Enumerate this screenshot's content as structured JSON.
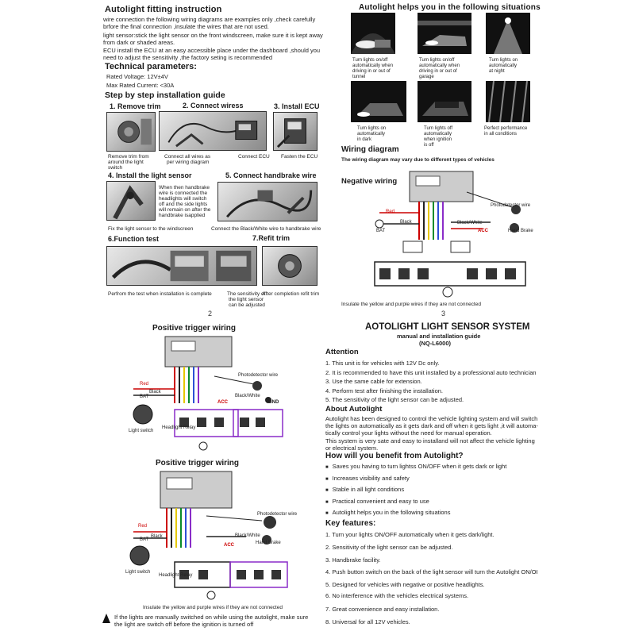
{
  "left_top": {
    "title": "Autolight fitting instruction",
    "intro_lines": [
      "wire connection the following wiring diagrams are examples only ,check carefully",
      "brfore the final connection ,insulate the wires that are not used.",
      "light sensor:stick the light sensor on the front windscreen, make sure it is kept away",
      "from dark or shaded areas.",
      "ECU  install the ECU at an easy accessible place under the dashboard ,should you",
      "need to adjust the sensitivity ,the factory seting is recommended"
    ],
    "tech_title": "Technical parameters:",
    "tech_lines": [
      "Rated Voltage: 12V±4V",
      "Max Rated Current: <30A"
    ],
    "steps_title": "Step by step installation guide",
    "step1": {
      "title": "1. Remove trim",
      "caption": [
        "Remove trim from",
        "around the light",
        "switch"
      ]
    },
    "step2": {
      "title": "2. Connect wiress",
      "caption_a": [
        "Connect all wires as",
        "per wiring diagram"
      ],
      "caption_b": "Connect ECU"
    },
    "step3": {
      "title": "3. Install ECU",
      "caption": "Fasten the ECU"
    },
    "step4": {
      "title": "4. Install the light sensor",
      "note": [
        "When then handbrake",
        "wire is connected the",
        "headlights will switch",
        "off and the side lights",
        "will remain on after the",
        "handbrake isapplied"
      ],
      "caption": "Fix the light sensor to the windscreen"
    },
    "step5": {
      "title": "5. Connect handbrake wire",
      "caption": "Connect the Black/White wire to handbrake wire"
    },
    "step6": {
      "title": "6.Function test",
      "caption": "Perfrom the test when installation is complete",
      "caption_b": [
        "The sensitivity of",
        "the light sensor",
        "can be adjusted"
      ]
    },
    "step7": {
      "title": "7.Refit trim",
      "caption": "After completion refit trim"
    },
    "page": "2"
  },
  "right_top": {
    "title": "Autolight helps you in the following situations",
    "situations": [
      [
        "Turn lights on/off",
        "automatically when",
        "driving in or out of",
        "tunnel"
      ],
      [
        "Turn lights on/off",
        "automatically when",
        "driving in or out of",
        "garage"
      ],
      [
        "Turn lights on",
        "automatically",
        "at night"
      ],
      [
        "Turn lights on",
        "automatically",
        "in dark"
      ],
      [
        "Turn lights off",
        "automatically",
        "when ignition",
        "is off"
      ],
      [
        "Perfect performance",
        "in all conditions"
      ]
    ],
    "wiring_title": "Wiring diagram",
    "wiring_sub": "The wiring diagram may vary due to different types of vehicles",
    "negative_title": "Negative wiring",
    "labels": {
      "photo": "Photodetector wire",
      "red": "Red",
      "black": "Black",
      "bw": "Black/White",
      "acc": "ACC",
      "hand": "Hand Brake",
      "bat": "BAT"
    },
    "caption": "Insulate the yellow and purple wires if they are not connected",
    "page": "3"
  },
  "left_bottom": {
    "title1": "Positive trigger wiring",
    "title2": "Positive trigger wiring",
    "labels": {
      "photo": "Photodetector wire",
      "red": "Red",
      "black": "Black",
      "bw": "Black/White",
      "acc": "ACC",
      "gnd": "GND",
      "bat": "BAT",
      "hand": "Hand Brake",
      "switch": "Light switch",
      "headlight": "Headlight Relay"
    },
    "caption": "Insulate the yellow and purple wires if they are not connected",
    "warning": [
      "If the lights are manually switched on while using the autolight, make sure",
      "the light  are switch off before the ignition is turned off"
    ]
  },
  "right_bottom": {
    "title": "AOTOLIGHT  LIGHT SENSOR SYSTEM",
    "subtitle": "manual and installation guide",
    "model": "(NQ-L6000)",
    "attention_title": "Attention",
    "attention": [
      "1. This unit is for vehicles with 12V Dc only.",
      "2. It is recommended to have this unit installed by a professional auto technician",
      "3. Use the same cable for extension.",
      "4. Perform test after finishing the installation.",
      "5. The sensitivity of the light sensor can be adjusted."
    ],
    "about_title": "About Autolight",
    "about_lines": [
      "Autolight has been designed to control the vehicle lighting system and will switch",
      "the lights on automatically as it gets dark and off when it gets light ,it will automa-",
      "tically control your lights without the need for manual operation."
    ],
    "about_lines2": [
      "This system is very sate and easy to installand will not affect the vehicle lighting",
      "or electrical system."
    ],
    "benefit_title": "How will you benefit from Autolight?",
    "benefits": [
      "Saves you having to turn lightss ON/OFF when it gets dark or light",
      "Increases visibility and safety",
      "Stable in all light conditions",
      "Practical convenient and easy to use",
      "Autolight helps you in the following situations"
    ],
    "features_title": "Key features:",
    "features": [
      "1. Turn your lights ON/OFF automatically when it  gets dark/light.",
      "2. Sensitivity of the light sensor can be adjusted.",
      "3. Handbrake facility.",
      "4. Push button switch on the back of the light sensor will turn the Autolight ON/OI",
      "5. Designed for vehicles  with negative or positive headlights.",
      "6. No interference with the vehicles electrical systems.",
      "7. Great convenience and easy installation.",
      "8. Universal for all 12V vehicles."
    ]
  }
}
